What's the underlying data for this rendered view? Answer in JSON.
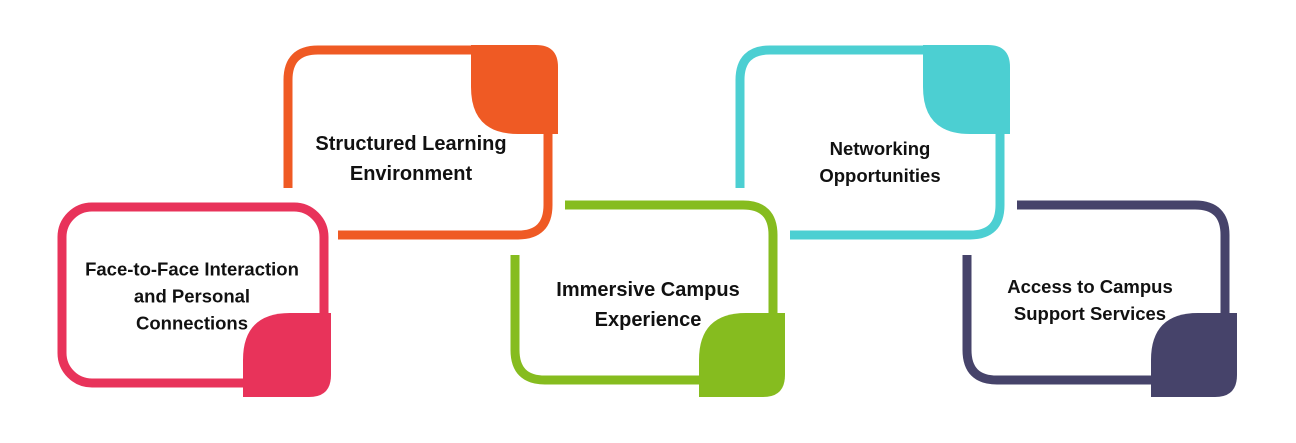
{
  "steps": [
    {
      "lines": [
        "Face-to-Face Interaction",
        "and Personal",
        "Connections"
      ],
      "color": "#E8335A"
    },
    {
      "lines": [
        "Structured Learning",
        "Environment"
      ],
      "color": "#EF5A24"
    },
    {
      "lines": [
        "Immersive Campus",
        "Experience"
      ],
      "color": "#86BC1F"
    },
    {
      "lines": [
        "Networking",
        "Opportunities"
      ],
      "color": "#4CCFD2"
    },
    {
      "lines": [
        "Access to Campus",
        "Support Services"
      ],
      "color": "#46436A"
    }
  ]
}
